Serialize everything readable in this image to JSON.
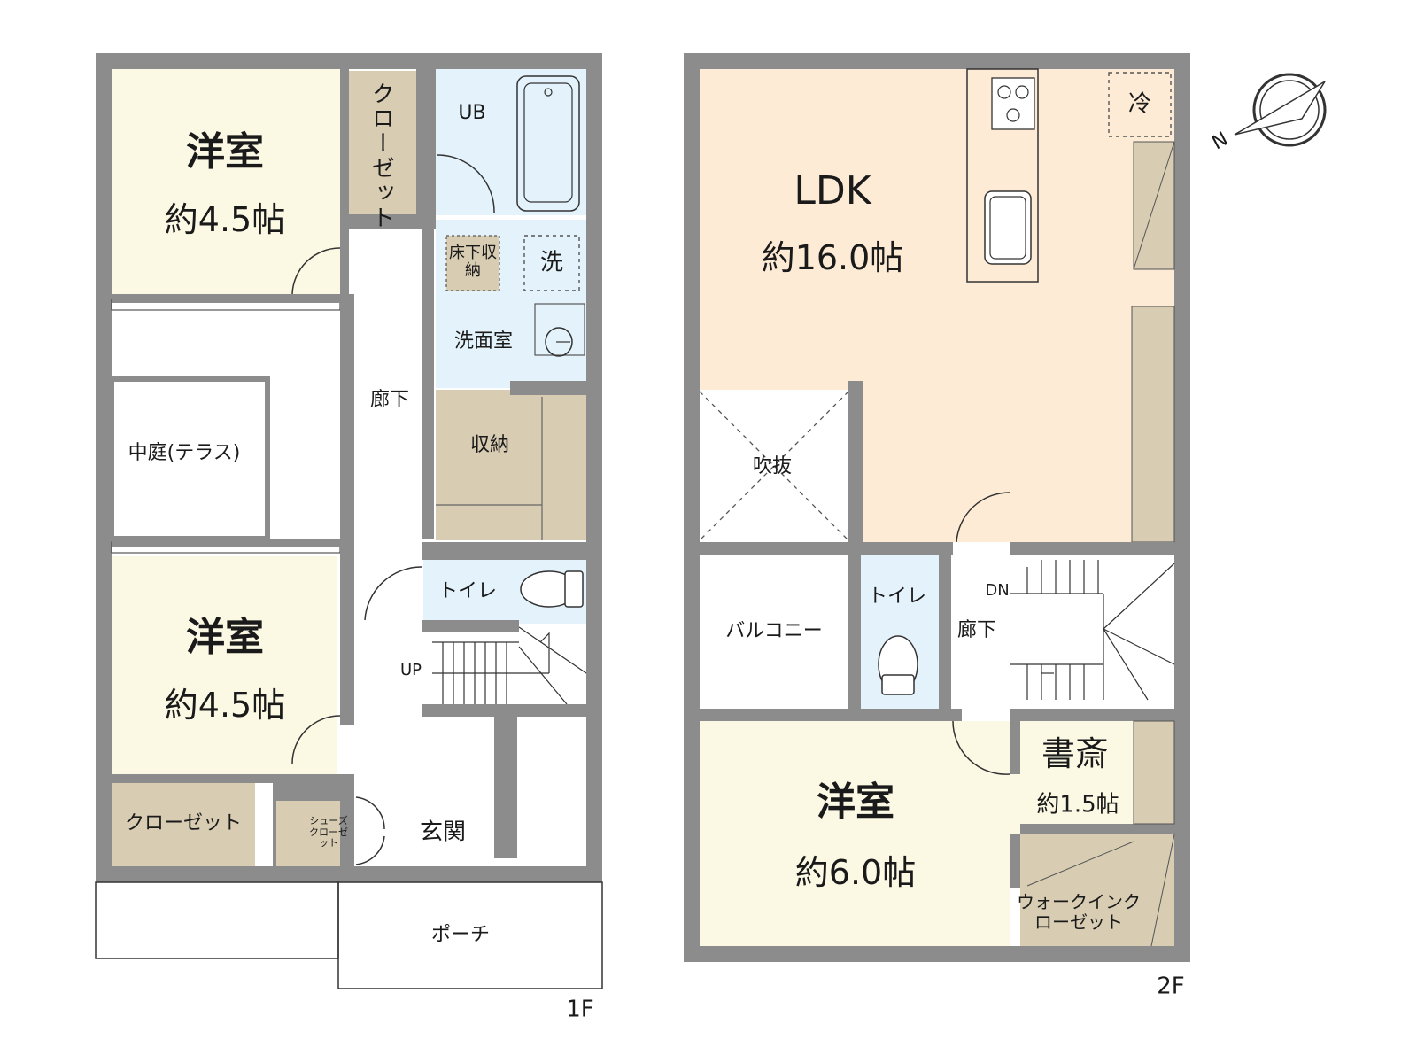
{
  "colors": {
    "wall": "#8c8c8c",
    "bedroom": "#fbf8e4",
    "ldk": "#fdebd5",
    "wet": "#e4f3fb",
    "storage": "#d8ccb3",
    "open": "#ffffff"
  },
  "floors": [
    {
      "label": "1F",
      "rooms": [
        {
          "name": "洋室",
          "size": "約4.5帖"
        },
        {
          "name": "クローゼット",
          "note": "vertical"
        },
        {
          "name": "UB"
        },
        {
          "name": "床下収納"
        },
        {
          "name": "洗"
        },
        {
          "name": "洗面室"
        },
        {
          "name": "廊下"
        },
        {
          "name": "中庭(テラス)"
        },
        {
          "name": "収納"
        },
        {
          "name": "トイレ"
        },
        {
          "name": "UP"
        },
        {
          "name": "洋室",
          "size": "約4.5帖"
        },
        {
          "name": "クローゼット"
        },
        {
          "name": "シューズクローゼット"
        },
        {
          "name": "玄関"
        },
        {
          "name": "ポーチ"
        }
      ]
    },
    {
      "label": "2F",
      "rooms": [
        {
          "name": "LDK",
          "size": "約16.0帖"
        },
        {
          "name": "冷"
        },
        {
          "name": "吹抜"
        },
        {
          "name": "バルコニー"
        },
        {
          "name": "トイレ"
        },
        {
          "name": "廊下"
        },
        {
          "name": "DN"
        },
        {
          "name": "書斎",
          "size": "約1.5帖"
        },
        {
          "name": "洋室",
          "size": "約6.0帖"
        },
        {
          "name": "ウォークインクローゼット"
        }
      ]
    }
  ],
  "compass": {
    "label": "N",
    "icon": "north-arrow-icon"
  }
}
